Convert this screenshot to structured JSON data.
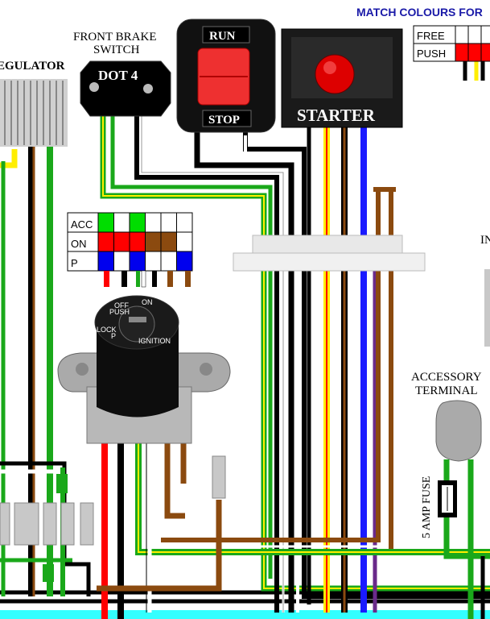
{
  "labels": {
    "match_colours": "MATCH COLOURS FOR",
    "regulator": "EGULATOR",
    "front_brake_line1": "FRONT BRAKE",
    "front_brake_line2": "SWITCH",
    "dot4": "DOT 4",
    "run": "RUN",
    "stop": "STOP",
    "starter": "STARTER",
    "accessory_line1": "ACCESSORY",
    "accessory_line2": "TERMINAL",
    "fuse": "5 AMP FUSE",
    "right_edge": "IN",
    "ign_off": "OFF",
    "ign_on": "ON",
    "ign_lock": "LOCK",
    "ign_p": "P",
    "ign_ignition": "IGNITION",
    "ign_push": "PUSH"
  },
  "starter_table": {
    "rows": [
      {
        "label": "FREE",
        "cells": [
          "#ffffff",
          "#ffffff",
          "#ffffff"
        ]
      },
      {
        "label": "PUSH",
        "cells": [
          "#ff0000",
          "#ff0000",
          "#ff0000"
        ]
      }
    ]
  },
  "ignition_table": {
    "rows": [
      {
        "label": "ACC",
        "cells": [
          "#00dd00",
          "#ffffff",
          "#00dd00",
          "#ffffff",
          "#ffffff",
          "#ffffff"
        ]
      },
      {
        "label": "ON",
        "cells": [
          "#ff0000",
          "#ff0000",
          "#ff0000",
          "#8b4a0f",
          "#8b4a0f",
          "#ffffff"
        ]
      },
      {
        "label": "P",
        "cells": [
          "#0000ee",
          "#ffffff",
          "#0000ee",
          "#ffffff",
          "#ffffff",
          "#0000ee"
        ]
      }
    ]
  },
  "colors": {
    "black": "#000000",
    "white": "#ffffff",
    "green": "#1aa81a",
    "red": "#ff0000",
    "blue": "#1a1aff",
    "yellow": "#ffee00",
    "brown": "#8b4a0f",
    "orange": "#ff8a00",
    "purple": "#6a2a8a",
    "title_blue": "#1a1aa8"
  }
}
